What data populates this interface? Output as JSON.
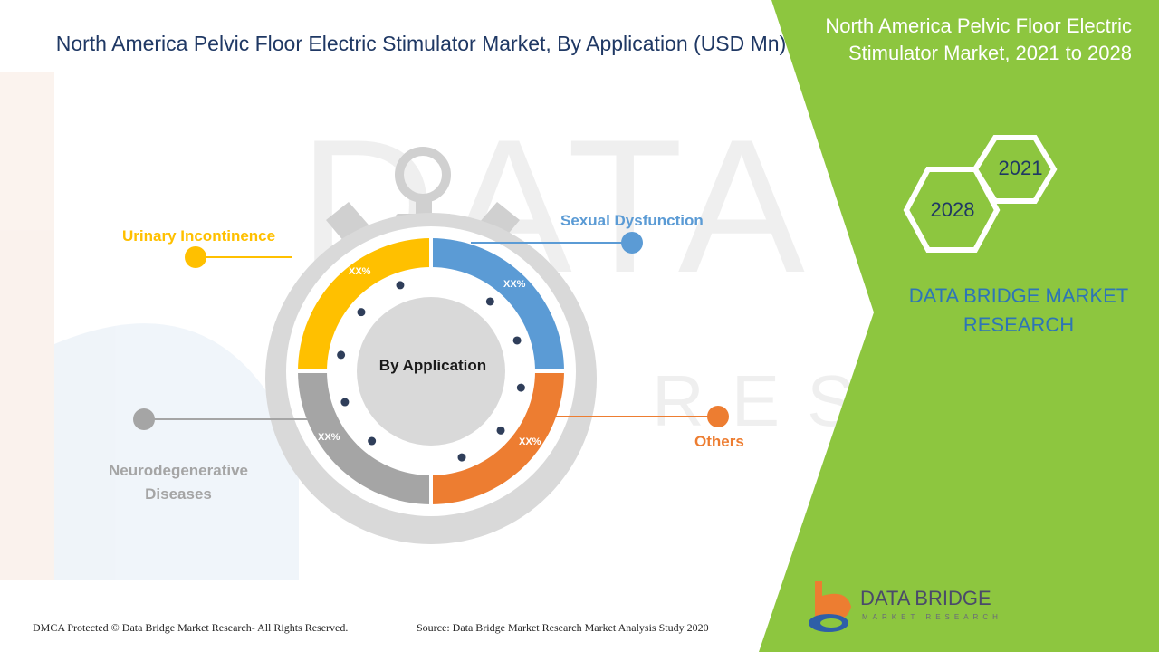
{
  "title": "North America  Pelvic Floor Electric Stimulator Market, By Application (USD Mn)",
  "right_panel": {
    "title": "North America  Pelvic Floor Electric Stimulator Market, 2021 to 2028",
    "year_start": "2021",
    "year_end": "2028",
    "brand": "DATA BRIDGE MARKET RESEARCH"
  },
  "center_label": "By Application",
  "segments": [
    {
      "name": "Urinary  Incontinence",
      "value": "XX%",
      "color": "#ffc000"
    },
    {
      "name": "Sexual Dysfunction",
      "value": "XX%",
      "color": "#5b9bd5"
    },
    {
      "name": "Others",
      "value": "XX%",
      "color": "#ed7d31"
    },
    {
      "name": "Neurodegenerative Diseases",
      "value": "XX%",
      "color": "#a5a5a5"
    }
  ],
  "colors": {
    "accent_green": "#8dc63f",
    "title_blue": "#1f3864",
    "brand_blue": "#2e75b6"
  },
  "footer": {
    "copyright": "DMCA Protected © Data Bridge Market Research- All Rights Reserved.",
    "source": "Source: Data Bridge Market Research Market Analysis Study 2020"
  },
  "logo": {
    "line1": "DATA BRIDGE",
    "line2": "MARKET RESEARCH"
  }
}
